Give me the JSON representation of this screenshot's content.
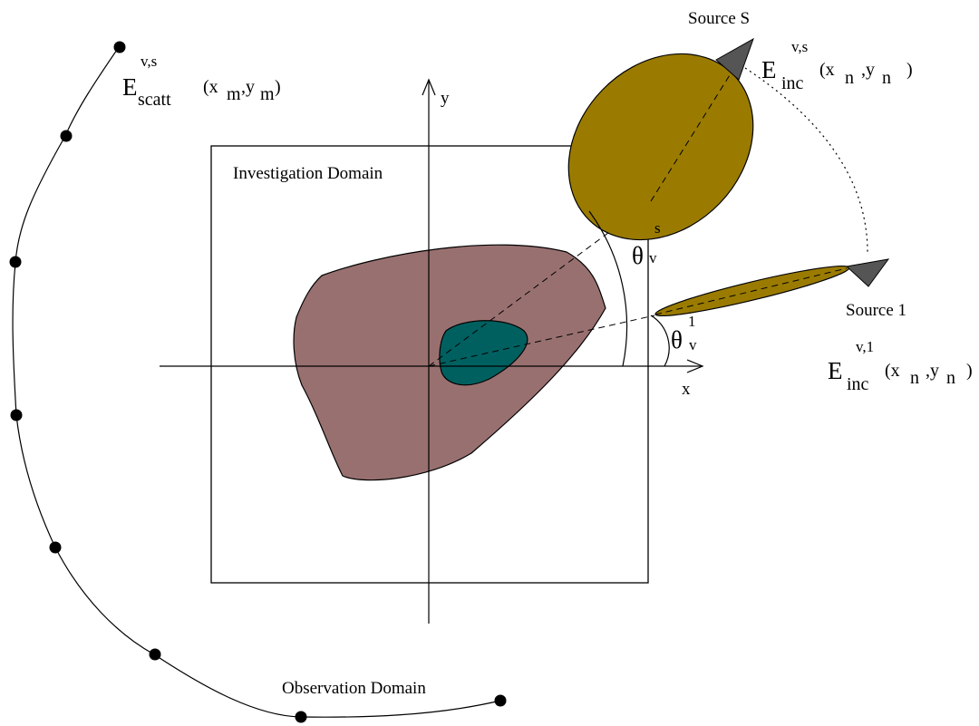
{
  "labels": {
    "investigation_domain": "Investigation Domain",
    "observation_domain": "Observation Domain",
    "source_s": "Source S",
    "source_1": "Source 1",
    "axis_x": "x",
    "axis_y": "y"
  },
  "scatter_field": {
    "E": "E",
    "sup": "v,s",
    "sub": "scatt",
    "args": "(x",
    "arg1_sub": "m",
    "mid": ",y",
    "arg2_sub": "m",
    "close": ")"
  },
  "incident_s": {
    "E": "E",
    "sup": "v,s",
    "sub": "inc",
    "args": "(x",
    "arg1_sub": "n",
    "mid": ",y",
    "arg2_sub": "n",
    "close": ")"
  },
  "incident_1": {
    "E": "E",
    "sup": "v,1",
    "sub": "inc",
    "args": "(x",
    "arg1_sub": "n",
    "mid": ",y",
    "arg2_sub": "n",
    "close": ")"
  },
  "theta_s": {
    "symbol": "θ",
    "sup": "s",
    "sub": "v"
  },
  "theta_1": {
    "symbol": "θ",
    "sup": "1",
    "sub": "v"
  },
  "colors": {
    "outer_object": "#997070",
    "inner_object": "#006060",
    "source_beam": "#9a7b00",
    "antenna": "#555555",
    "stroke": "#000000"
  }
}
